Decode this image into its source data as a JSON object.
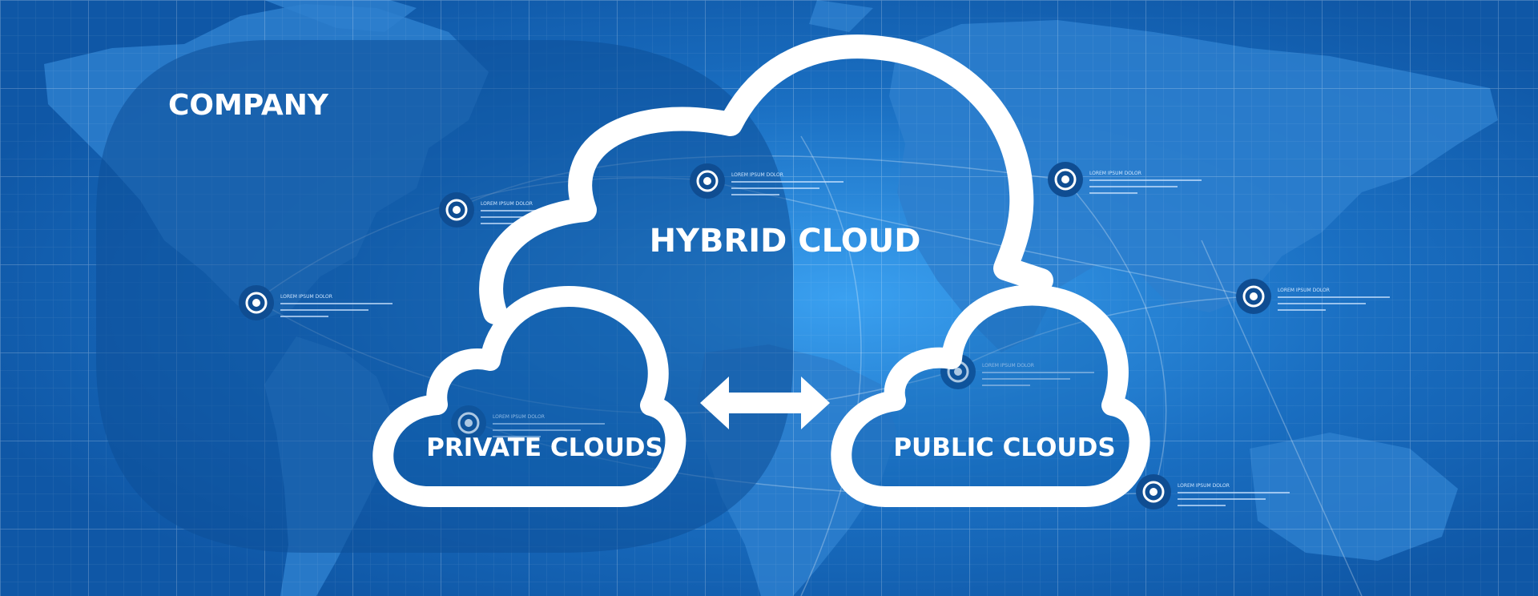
{
  "company": {
    "label": "COMPANY"
  },
  "hybrid": {
    "label": "HYBRID CLOUD"
  },
  "private": {
    "label": "PRIVATE CLOUDS"
  },
  "public": {
    "label": "PUBLIC CLOUDS"
  },
  "connector": {
    "icon": "double-arrow-icon"
  },
  "markers": [
    {
      "caption": "LOREM IPSUM DOLOR"
    },
    {
      "caption": "LOREM IPSUM DOLOR"
    },
    {
      "caption": "LOREM IPSUM DOLOR"
    },
    {
      "caption": "LOREM IPSUM DOLOR"
    },
    {
      "caption": "LOREM IPSUM DOLOR"
    },
    {
      "caption": "LOREM IPSUM DOLOR"
    },
    {
      "caption": "LOREM IPSUM DOLOR"
    },
    {
      "caption": "LOREM IPSUM DOLOR"
    }
  ],
  "colors": {
    "background": "#1565b5",
    "background_glow": "#3aa0f0",
    "land": "#2d7fce",
    "company_panel": "#0d4f97",
    "stroke": "#ffffff",
    "marker": "#0f4d92"
  }
}
